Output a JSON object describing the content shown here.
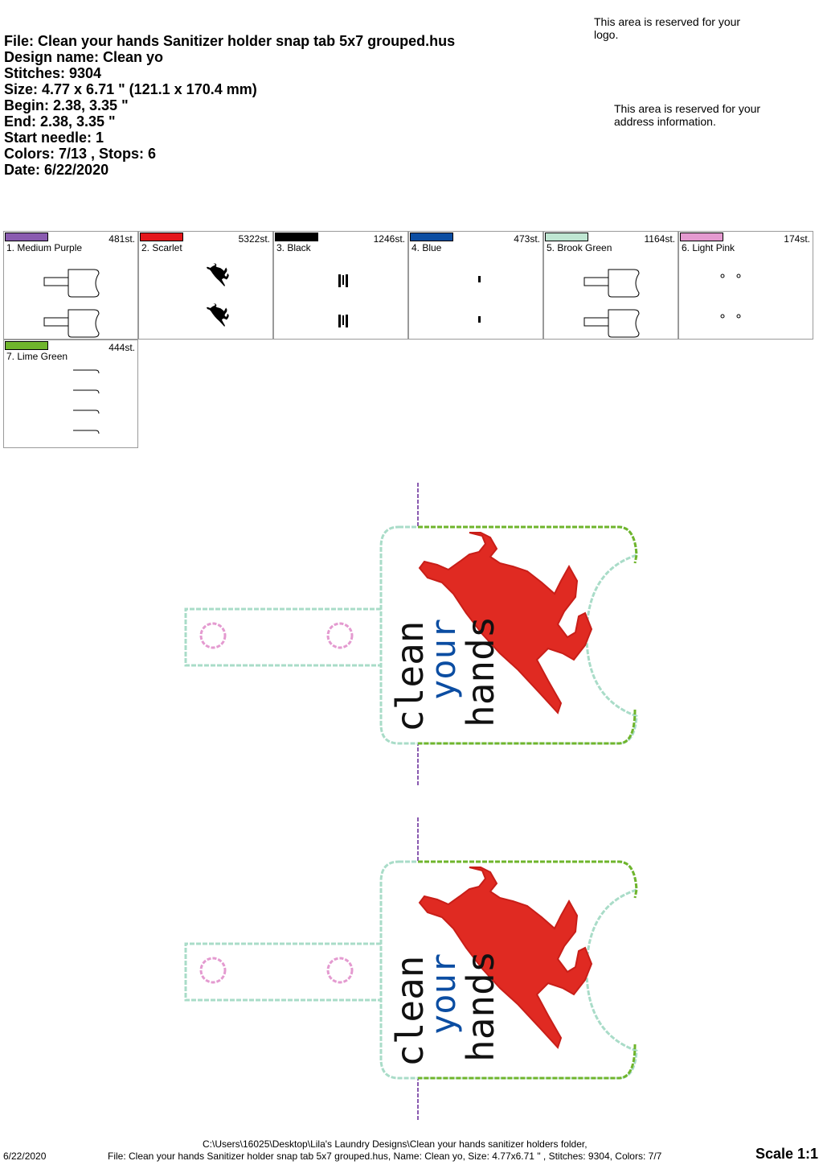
{
  "header": {
    "file": "File: Clean your hands Sanitizer holder snap tab 5x7 grouped.hus",
    "design_name": "Design name: Clean yo",
    "stitches": "Stitches: 9304",
    "size": "Size: 4.77 x 6.71 \" (121.1 x 170.4 mm)",
    "begin": "Begin: 2.38, 3.35 \"",
    "end": "End: 2.38, 3.35 \"",
    "start_needle": "Start needle: 1",
    "colors": "Colors: 7/13 , Stops: 6",
    "date": "Date: 6/22/2020"
  },
  "notes": {
    "logo": "This area is reserved for your logo.",
    "address": "This area is reserved for your address information."
  },
  "colors": [
    {
      "label": "1. Medium Purple",
      "stitches": "481st.",
      "hex": "#8a5bb0",
      "thumb": "outline"
    },
    {
      "label": "2. Scarlet",
      "stitches": "5322st.",
      "hex": "#e4161b",
      "thumb": "dino"
    },
    {
      "label": "3. Black",
      "stitches": "1246st.",
      "hex": "#000000",
      "thumb": "text"
    },
    {
      "label": "4. Blue",
      "stitches": "473st.",
      "hex": "#0b4da2",
      "thumb": "small"
    },
    {
      "label": "5. Brook Green",
      "stitches": "1164st.",
      "hex": "#bfe6d2",
      "thumb": "outline"
    },
    {
      "label": "6. Light Pink",
      "stitches": "174st.",
      "hex": "#e49ad0",
      "thumb": "dots"
    },
    {
      "label": "7. Lime Green",
      "stitches": "444st.",
      "hex": "#6fb52c",
      "thumb": "brackets"
    }
  ],
  "design": {
    "word1": "clean",
    "word2": "your",
    "word3": "hands",
    "outline_color": "#a9dcc8",
    "edge_color": "#6fb52c",
    "center_color": "#8a5bb0",
    "snap_color": "#e49ad0",
    "dino_color": "#e02a22",
    "word_blue": "#0b4da2"
  },
  "footer": {
    "date": "6/22/2020",
    "path": "C:\\Users\\16025\\Desktop\\Lila's Laundry Designs\\Clean your hands sanitizer holders folder,",
    "info": "File: Clean your hands Sanitizer holder snap tab 5x7 grouped.hus, Name: Clean yo, Size: 4.77x6.71 \" , Stitches: 9304, Colors: 7/7",
    "scale": "Scale 1:1"
  }
}
